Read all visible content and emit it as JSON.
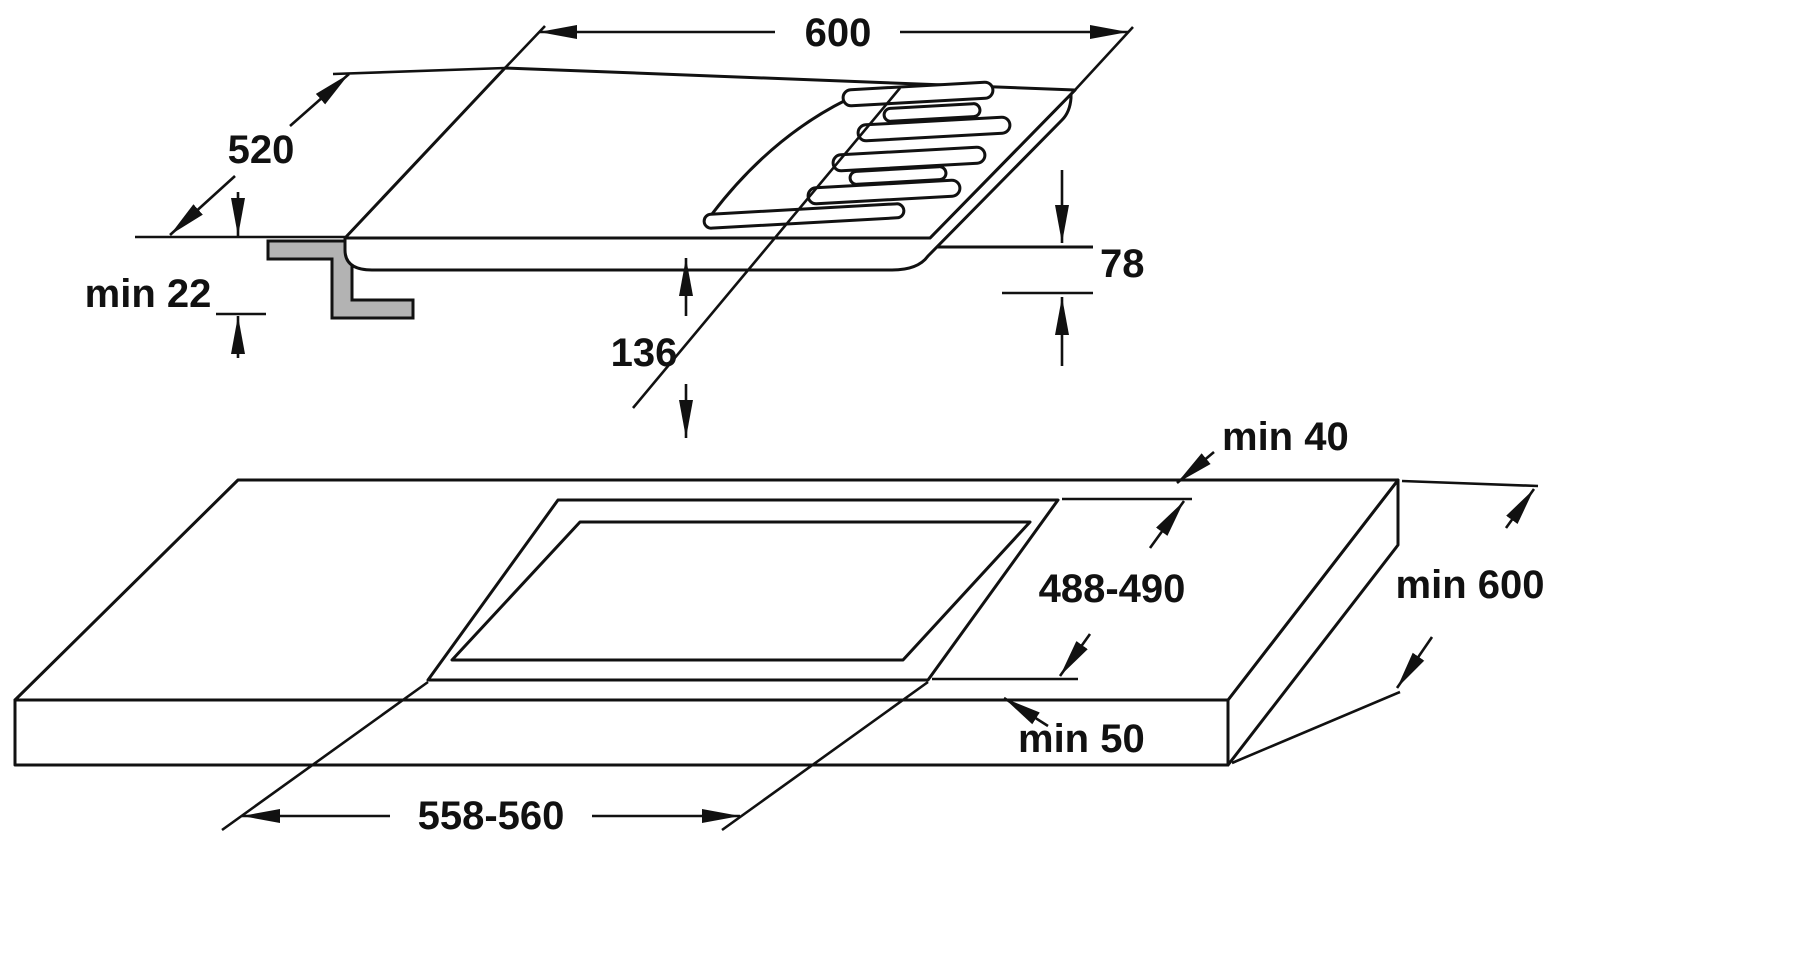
{
  "figure": {
    "kind": "hob-installation-dimension-diagram",
    "line_color": "#111111",
    "profile_fill": "#b3b3b3",
    "hob_view": {
      "width": "600",
      "depth": "520",
      "min_counter_thickness": "min 22",
      "body_height": "78",
      "install_depth": "136"
    },
    "cutout_view": {
      "rear_distance": "min 40",
      "cutout_depth": "488-490",
      "min_worktop_depth": "min 600",
      "front_distance": "min 50",
      "cutout_width": "558-560"
    }
  }
}
